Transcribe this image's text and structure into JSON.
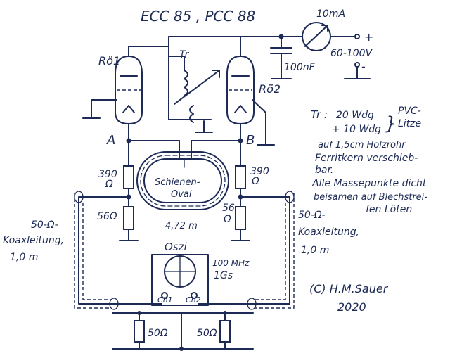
{
  "title": "ECC 85 , PCC 88",
  "labels": {
    "tube1": "Rö1",
    "tube2": "Rö2",
    "transformer": "Tr",
    "node_a": "A",
    "node_b": "B",
    "meter": "10mA",
    "plus": "+",
    "minus": "-",
    "supply": "60-100V",
    "capacitor": "100nF",
    "r_left_top": "390",
    "r_left_top_unit": "Ω",
    "r_left_bottom": "56Ω",
    "r_right_top": "390",
    "r_right_top_unit": "Ω",
    "r_right_bottom": "56",
    "r_right_bottom_unit": "Ω",
    "oval_line1": "Schienen-",
    "oval_line2": "Oval",
    "oval_length": "4,72 m",
    "coax_left_1": "50-Ω-",
    "coax_left_2": "Koaxleitung,",
    "coax_left_3": "1,0 m",
    "coax_right_1": "50-Ω-",
    "coax_right_2": "Koaxleitung,",
    "coax_right_3": "1,0 m",
    "oszi": "Oszi",
    "oszi_bw": "100 MHz",
    "oszi_rate": "1Gs",
    "ch1": "Ch1",
    "ch2": "Ch2",
    "term_left": "50Ω",
    "term_right": "50Ω",
    "copyright": "(C) H.M.Sauer",
    "year": "2020"
  },
  "notes": {
    "tr_prefix": "Tr :",
    "tr_turns_1": "20 Wdg",
    "tr_turns_2": "+ 10 Wdg",
    "tr_wire_1": "PVC-",
    "tr_wire_2": "Litze",
    "note_1": "auf 1,5cm Holzrohr",
    "note_2": "Ferritkern verschieb-",
    "note_3": "bar.",
    "note_4": "Alle Massepunkte dicht",
    "note_5": "beisamen auf Blechstrei-",
    "note_6": "fen Löten"
  },
  "colors": {
    "ink": "#1d2a55",
    "paper": "#ffffff"
  }
}
